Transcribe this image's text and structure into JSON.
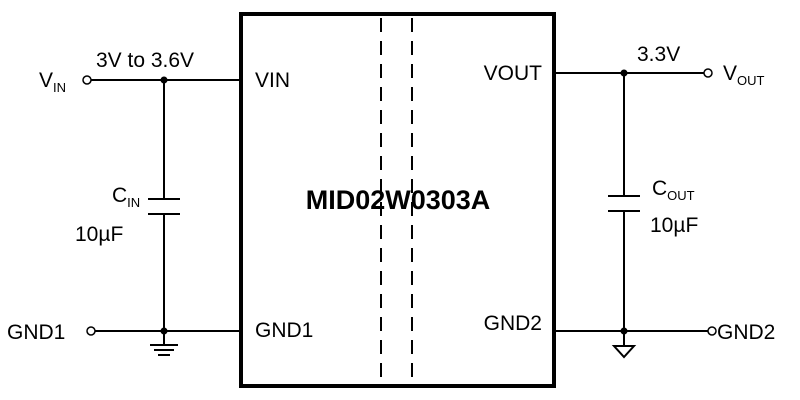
{
  "chip": {
    "part_number": "MID02W0303A",
    "pins": {
      "vin": "VIN",
      "vout": "VOUT",
      "gnd1": "GND1",
      "gnd2": "GND2"
    }
  },
  "input": {
    "terminal_main": "V",
    "terminal_sub": "IN",
    "voltage_range": "3V to 3.6V",
    "cap_name_main": "C",
    "cap_name_sub": "IN",
    "cap_value": "10µF",
    "ground_terminal": "GND1"
  },
  "output": {
    "terminal_main": "V",
    "terminal_sub": "OUT",
    "voltage": "3.3V",
    "cap_name_main": "C",
    "cap_name_sub": "OUT",
    "cap_value": "10µF",
    "ground_terminal": "GND2"
  }
}
